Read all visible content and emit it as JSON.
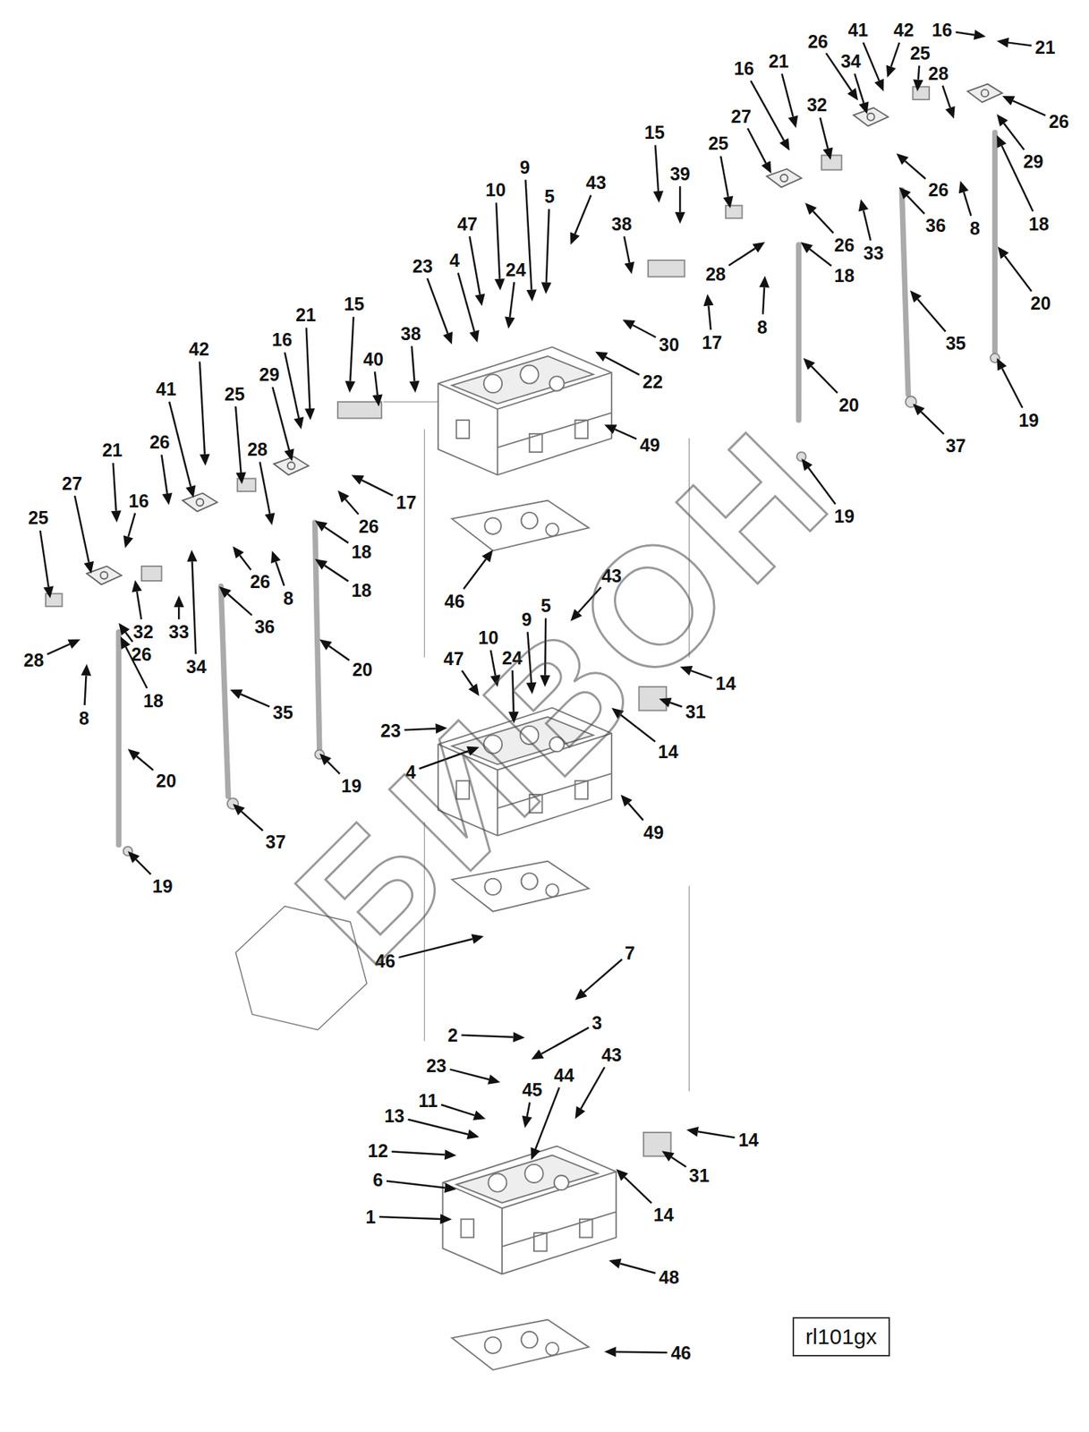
{
  "diagram": {
    "nodes": [
      {
        "text": [
          "rl101gx"
        ]
      }
    ],
    "labels": [
      "16",
      "21",
      "41",
      "42",
      "26",
      "34",
      "25",
      "28",
      "26",
      "29",
      "18",
      "20",
      "19",
      "8",
      "36",
      "33",
      "26",
      "32",
      "21",
      "16",
      "27",
      "26",
      "18",
      "25",
      "35",
      "20",
      "37",
      "19",
      "8",
      "28",
      "17",
      "15",
      "39",
      "38",
      "43",
      "9",
      "5",
      "10",
      "47",
      "4",
      "24",
      "23",
      "30",
      "22",
      "49",
      "46",
      "21",
      "15",
      "38",
      "40",
      "42",
      "16",
      "29",
      "41",
      "25",
      "28",
      "17",
      "26",
      "18",
      "18",
      "20",
      "19",
      "35",
      "36",
      "8",
      "26",
      "26",
      "21",
      "16",
      "27",
      "25",
      "32",
      "33",
      "34",
      "26",
      "28",
      "18",
      "8",
      "20",
      "37",
      "19",
      "43",
      "10",
      "9",
      "5",
      "47",
      "24",
      "14",
      "31",
      "14",
      "23",
      "4",
      "49",
      "46",
      "7",
      "2",
      "3",
      "23",
      "45",
      "44",
      "43",
      "11",
      "13",
      "12",
      "6",
      "1",
      "14",
      "31",
      "14",
      "48",
      "46",
      "БИВОН"
    ]
  }
}
